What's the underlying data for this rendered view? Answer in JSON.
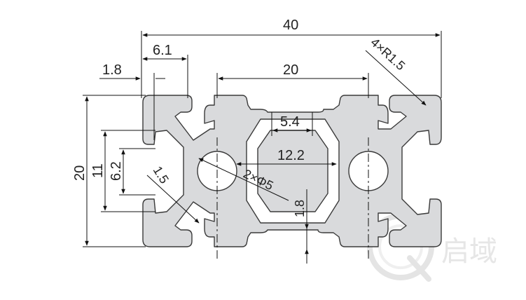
{
  "colors": {
    "profile_fill": "#d9dadc",
    "profile_stroke": "#3a3a3a",
    "line": "#111111",
    "watermark": "#e6e6e6"
  },
  "dimensions": {
    "overall_width": "40",
    "slot_offset": "6.1",
    "lip_thickness": "1.8",
    "slot_pitch": "20",
    "corner_radius": "4×R1.5",
    "overall_height": "20",
    "slot_opening": "11",
    "slot_width": "6.2",
    "wall_thickness": "1.5",
    "slot_top_width": "5.4",
    "center_width": "12.2",
    "center_hole": "2×Φ5",
    "slot_wall": "1.8"
  },
  "watermark": {
    "icon": "q-logo-icon",
    "text": "启域"
  }
}
